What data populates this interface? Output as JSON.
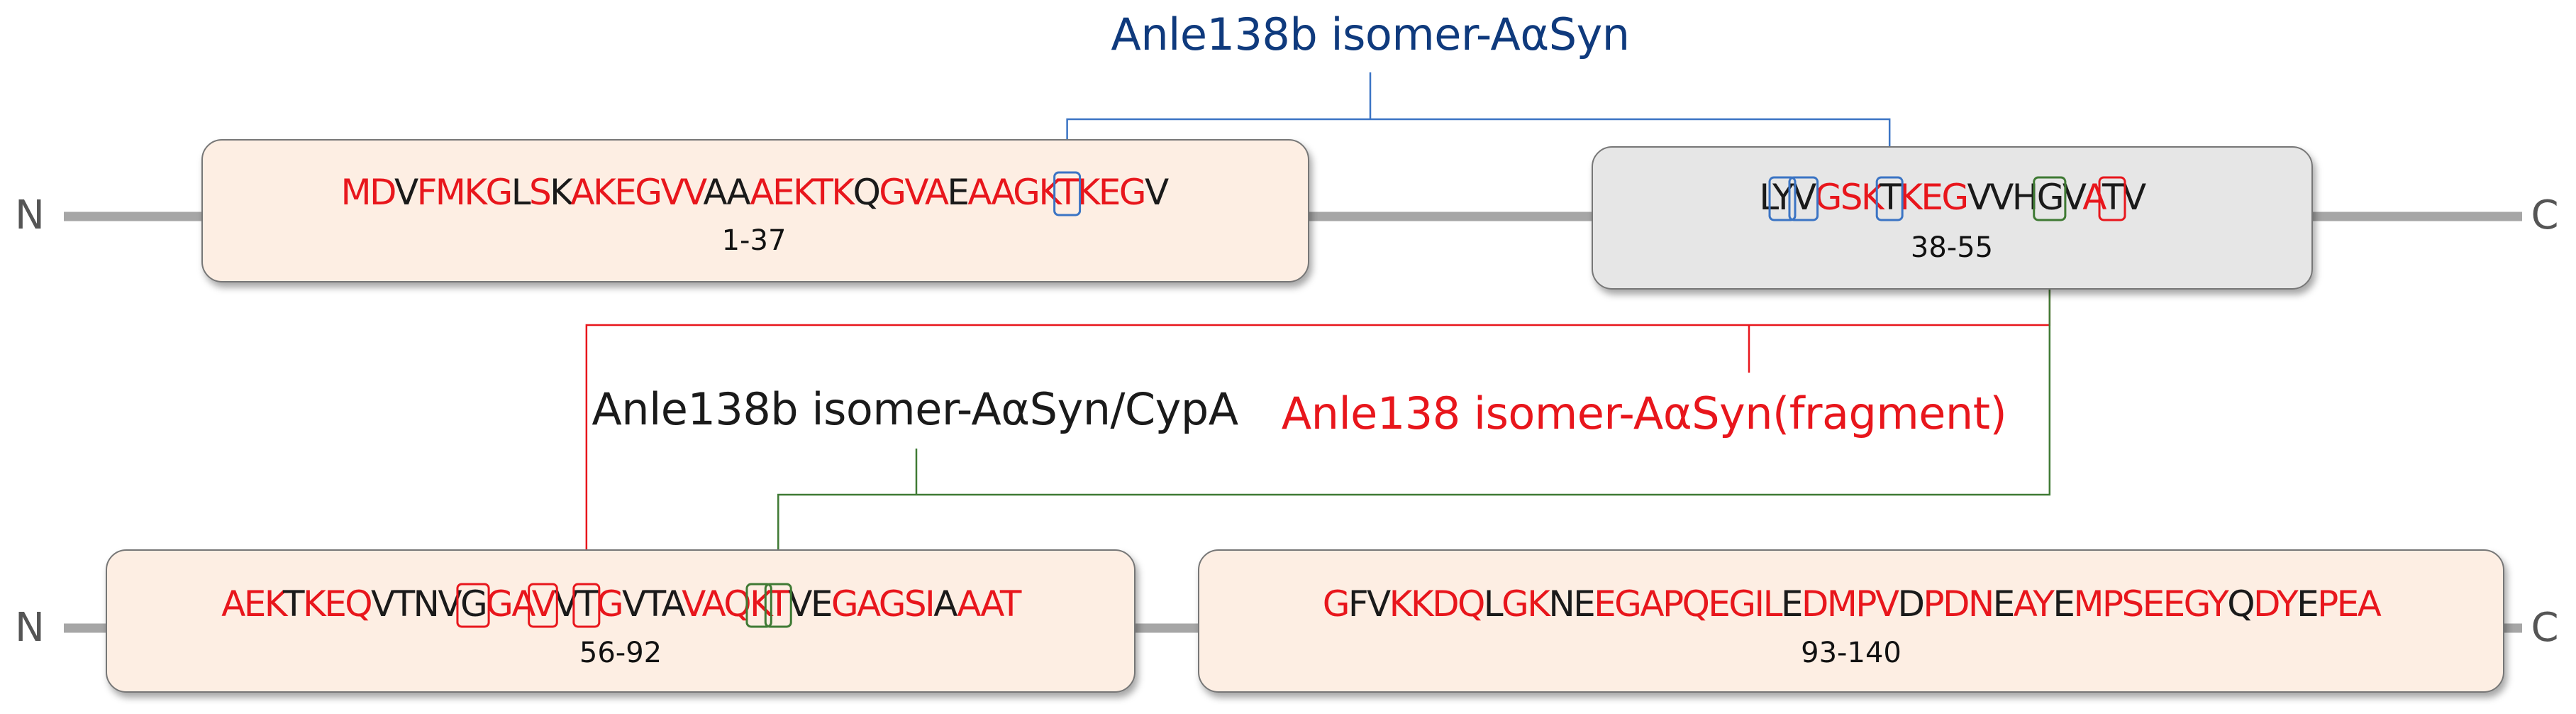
{
  "colors": {
    "highlight": "#e8161c",
    "normal": "#1a1a1a",
    "domain_fill": "#fdeee3",
    "domain_fill_gray": "#e6e6e6",
    "backbone": "#a6a6a6",
    "blue": "#3b74c4",
    "red": "#e8161c",
    "green": "#3f7a34",
    "title_blue": "#0f3a7d"
  },
  "labels": {
    "top": "Anle138b isomer-AαSyn",
    "middle_left": "Anle138b isomer-AαSyn/CypA",
    "middle_right": "Anle138 isomer-AαSyn(fragment)"
  },
  "termini": {
    "n": "N",
    "c": "C"
  },
  "domains": [
    {
      "id": "d1",
      "range": "1-37",
      "sequence": "MDVFMKGLSKAKEGVVAAAEKTKQGVAEAAGKTKEGV",
      "mask": "1101111010111111001111101110111111110",
      "marks": [
        {
          "pos": 32,
          "color": "blue"
        }
      ]
    },
    {
      "id": "d2",
      "range": "38-55",
      "sequence": "LYVGSKTKEGVVHGVATV",
      "mask": "000111011100000100",
      "marks": [
        {
          "pos": 1,
          "color": "blue"
        },
        {
          "pos": 2,
          "color": "blue"
        },
        {
          "pos": 6,
          "color": "blue"
        },
        {
          "pos": 13,
          "color": "green"
        },
        {
          "pos": 16,
          "color": "red"
        }
      ]
    },
    {
      "id": "d3",
      "range": "56-92",
      "sequence": "AEKTKEQVTNVGGAVVTGVTAVAQKTVEGAGSIAAAT",
      "mask": "1110111000001110010001111100111110111",
      "marks": [
        {
          "pos": 11,
          "color": "red"
        },
        {
          "pos": 14,
          "color": "red"
        },
        {
          "pos": 16,
          "color": "red"
        },
        {
          "pos": 24,
          "color": "green"
        },
        {
          "pos": 25,
          "color": "green"
        }
      ]
    },
    {
      "id": "d4",
      "range": "93-140",
      "sequence": "GFVKKDQLGKNEEGAPQEGILEDMPVDPDNEAYEMPSEEGYQDYEPEA",
      "mask": "100111101100111111111011110111011011111110110111",
      "marks": []
    }
  ]
}
